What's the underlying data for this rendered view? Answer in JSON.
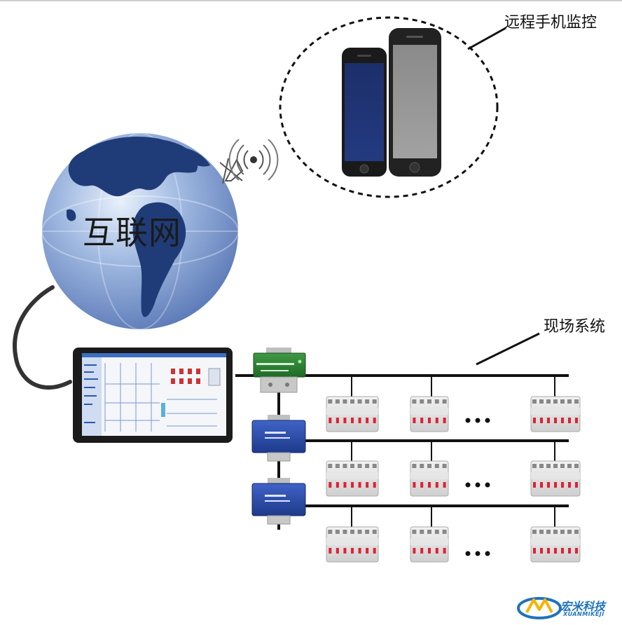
{
  "labels": {
    "remote_monitor": "远程手机监控",
    "field_system": "现场系统",
    "internet": "互联网"
  },
  "logo": {
    "text": "宏米科技",
    "subtitle": "XUANMIKEJI"
  },
  "colors": {
    "globe_dark": "#1f3c78",
    "globe_light": "#a9c0e6",
    "gateway_green": "#2e7d32",
    "repeater_blue": "#2b4aa8",
    "logo_blue": "#1e73be",
    "logo_yellow": "#f5b400"
  },
  "diagram": {
    "bus_count": 3,
    "modules_per_bus": 3,
    "ellipsis": "• • •"
  }
}
